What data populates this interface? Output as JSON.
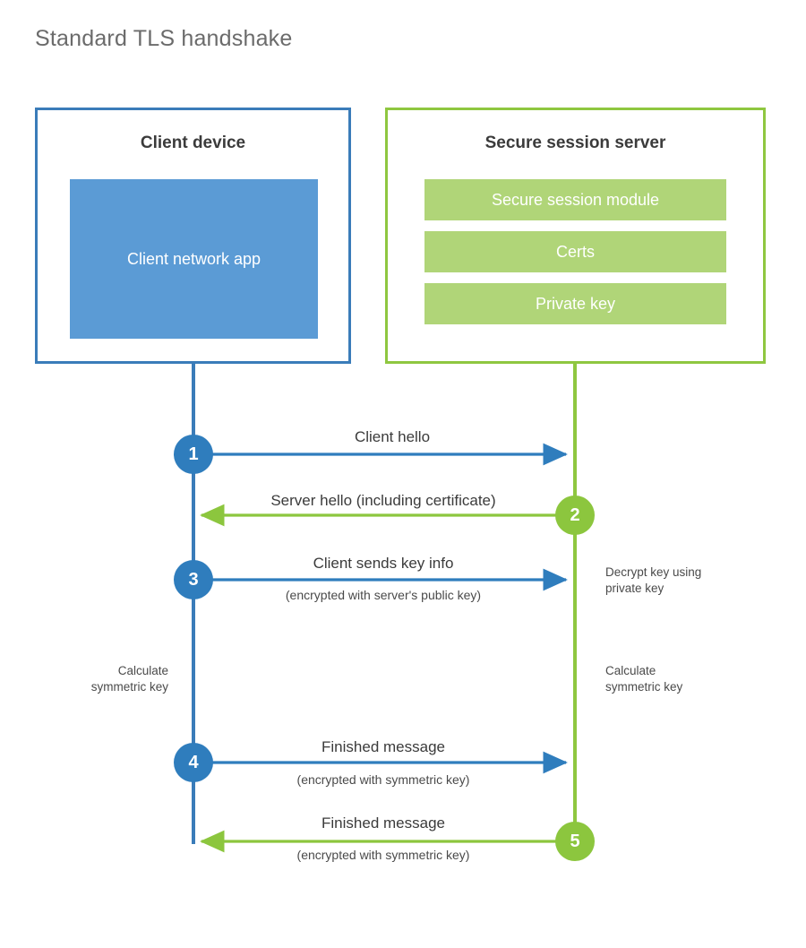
{
  "title": "Standard TLS handshake",
  "colors": {
    "client_accent": "#3a7cb9",
    "client_fill": "#5b9bd5",
    "server_accent": "#8fc740",
    "server_fill": "#b0d578",
    "step_blue": "#2f7dbd",
    "step_green": "#8cc63e",
    "text": "#3b3b3b",
    "title_text": "#6b6b6b",
    "background": "#ffffff"
  },
  "nodes": {
    "client": {
      "title": "Client device",
      "app_label": "Client network app"
    },
    "server": {
      "title": "Secure session server",
      "blocks": [
        {
          "label": "Secure session module"
        },
        {
          "label": "Certs"
        },
        {
          "label": "Private key"
        }
      ]
    }
  },
  "steps": [
    {
      "number": "1",
      "direction": "client-to-server",
      "color": "blue",
      "primary": "Client hello",
      "secondary": ""
    },
    {
      "number": "2",
      "direction": "server-to-client",
      "color": "green",
      "primary": "Server hello (including certificate)",
      "secondary": ""
    },
    {
      "number": "3",
      "direction": "client-to-server",
      "color": "blue",
      "primary": "Client sends key info",
      "secondary": "(encrypted with server's public key)"
    },
    {
      "number": "4",
      "direction": "client-to-server",
      "color": "blue",
      "primary": "Finished message",
      "secondary": "(encrypted with symmetric key)"
    },
    {
      "number": "5",
      "direction": "server-to-client",
      "color": "green",
      "primary": "Finished message",
      "secondary": "(encrypted with symmetric key)"
    }
  ],
  "annotations": {
    "server_decrypt": "Decrypt key using\nprivate key",
    "server_decrypt_line1": "Decrypt key using",
    "server_decrypt_line2": "private key",
    "client_calc_line1": "Calculate",
    "client_calc_line2": "symmetric key",
    "server_calc_line1": "Calculate",
    "server_calc_line2": "symmetric key"
  }
}
